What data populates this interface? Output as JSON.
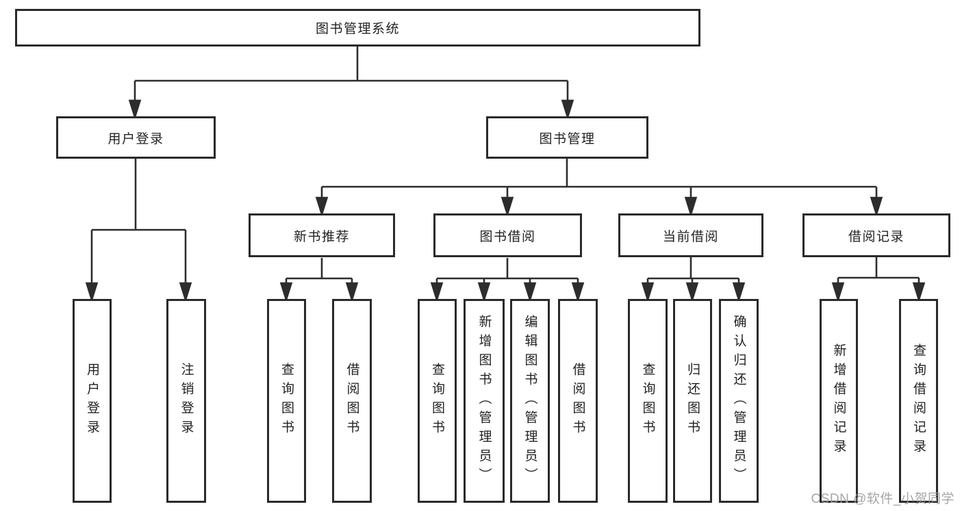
{
  "diagram_title": "图书管理系统",
  "tree": {
    "label": "图书管理系统",
    "children": [
      {
        "label": "用户登录",
        "children": [
          {
            "label": "用户登录"
          },
          {
            "label": "注销登录"
          }
        ]
      },
      {
        "label": "图书管理",
        "children": [
          {
            "label": "新书推荐",
            "children": [
              {
                "label": "查询图书"
              },
              {
                "label": "借阅图书"
              }
            ]
          },
          {
            "label": "图书借阅",
            "children": [
              {
                "label": "查询图书"
              },
              {
                "label": "新增图书（管理员）"
              },
              {
                "label": "编辑图书（管理员）"
              },
              {
                "label": "借阅图书"
              }
            ]
          },
          {
            "label": "当前借阅",
            "children": [
              {
                "label": "查询图书"
              },
              {
                "label": "归还图书"
              },
              {
                "label": "确认归还（管理员）"
              }
            ]
          },
          {
            "label": "借阅记录",
            "children": [
              {
                "label": "新增借阅记录"
              },
              {
                "label": "查询借阅记录"
              }
            ]
          }
        ]
      }
    ]
  },
  "watermark": {
    "text": "CSDN @软件_小贺同学"
  },
  "colors": {
    "background": "#ffffff",
    "box_fill": "#ffffff",
    "box_border": "#2a2a2a",
    "line": "#2d2d2d",
    "text": "#222222",
    "watermark": "#9e9e9e"
  }
}
